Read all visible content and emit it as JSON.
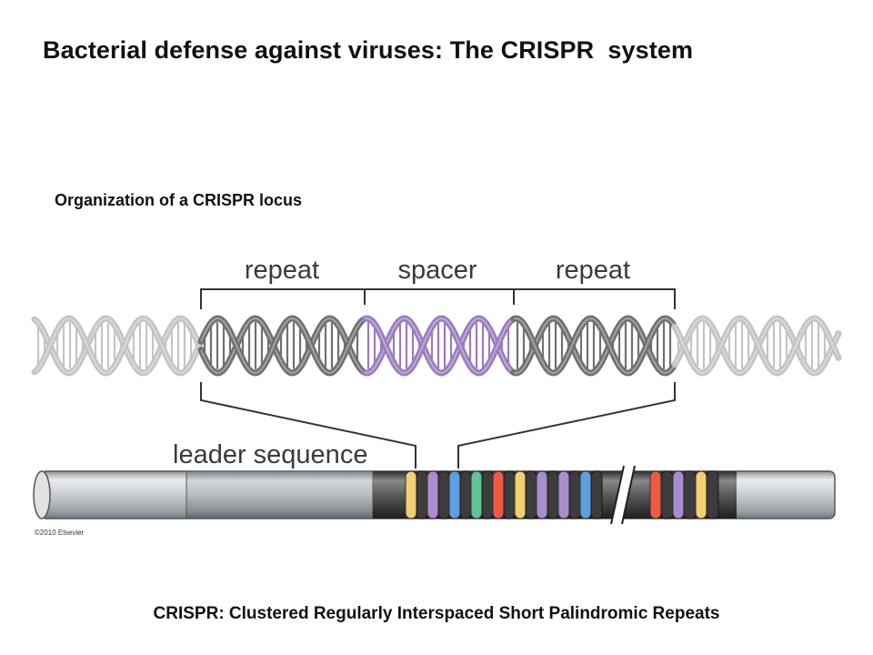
{
  "slide": {
    "title": "Bacterial defense against viruses: The CRISPR  system",
    "subtitle": "Organization of a CRISPR locus",
    "footer": "CRISPR: Clustered Regularly Interspaced Short Palindromic Repeats"
  },
  "figure": {
    "labels": {
      "repeat_left": "repeat",
      "spacer": "spacer",
      "repeat_right": "repeat",
      "leader": "leader sequence"
    },
    "copyright": "©2010 Elsevier",
    "helix_segments": [
      {
        "name": "flank-left",
        "color": "#c4c4c4"
      },
      {
        "name": "repeat-left",
        "color": "#707070"
      },
      {
        "name": "spacer",
        "color": "#9b7bbf"
      },
      {
        "name": "repeat-right",
        "color": "#707070"
      },
      {
        "name": "flank-right",
        "color": "#c4c4c4"
      }
    ],
    "array_spacers_before_break": [
      "#f2cf72",
      "#a98dcf",
      "#5d9fe0",
      "#63c29a",
      "#ef5a45",
      "#f2cf72",
      "#a98dcf",
      "#a98dcf",
      "#5d9fe0"
    ],
    "array_spacers_after_break": [
      "#ef5a45",
      "#a98dcf",
      "#f2cf72"
    ]
  }
}
